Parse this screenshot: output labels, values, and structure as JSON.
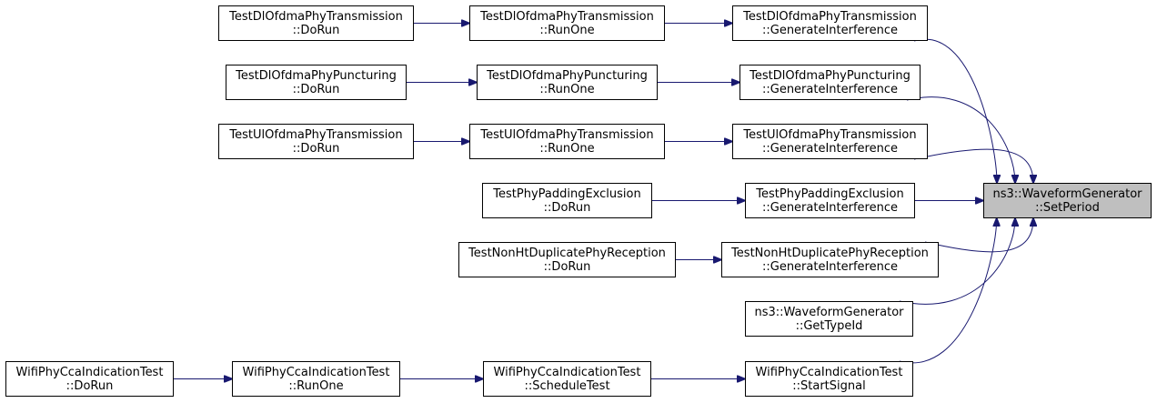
{
  "colors": {
    "edge": "#191970",
    "node_border": "#000000",
    "node_fill": "#ffffff",
    "focus_fill": "#bfbfbf"
  },
  "nodes": {
    "n1": {
      "line1": "TestDlOfdmaPhyTransmission",
      "line2": "::DoRun"
    },
    "n2": {
      "line1": "TestDlOfdmaPhyTransmission",
      "line2": "::RunOne"
    },
    "n3": {
      "line1": "TestDlOfdmaPhyTransmission",
      "line2": "::GenerateInterference"
    },
    "n4": {
      "line1": "TestDlOfdmaPhyPuncturing",
      "line2": "::DoRun"
    },
    "n5": {
      "line1": "TestDlOfdmaPhyPuncturing",
      "line2": "::RunOne"
    },
    "n6": {
      "line1": "TestDlOfdmaPhyPuncturing",
      "line2": "::GenerateInterference"
    },
    "n7": {
      "line1": "TestUlOfdmaPhyTransmission",
      "line2": "::DoRun"
    },
    "n8": {
      "line1": "TestUlOfdmaPhyTransmission",
      "line2": "::RunOne"
    },
    "n9": {
      "line1": "TestUlOfdmaPhyTransmission",
      "line2": "::GenerateInterference"
    },
    "n10": {
      "line1": "TestPhyPaddingExclusion",
      "line2": "::DoRun"
    },
    "n11": {
      "line1": "TestPhyPaddingExclusion",
      "line2": "::GenerateInterference"
    },
    "n12": {
      "line1": "TestNonHtDuplicatePhyReception",
      "line2": "::DoRun"
    },
    "n13": {
      "line1": "TestNonHtDuplicatePhyReception",
      "line2": "::GenerateInterference"
    },
    "n14": {
      "line1": "ns3::WaveformGenerator",
      "line2": "::GetTypeId"
    },
    "n15": {
      "line1": "WifiPhyCcaIndicationTest",
      "line2": "::DoRun"
    },
    "n16": {
      "line1": "WifiPhyCcaIndicationTest",
      "line2": "::RunOne"
    },
    "n17": {
      "line1": "WifiPhyCcaIndicationTest",
      "line2": "::ScheduleTest"
    },
    "n18": {
      "line1": "WifiPhyCcaIndicationTest",
      "line2": "::StartSignal"
    },
    "focus": {
      "line1": "ns3::WaveformGenerator",
      "line2": "::SetPeriod"
    }
  },
  "edges": [
    [
      "n1",
      "n2"
    ],
    [
      "n2",
      "n3"
    ],
    [
      "n3",
      "focus"
    ],
    [
      "n4",
      "n5"
    ],
    [
      "n5",
      "n6"
    ],
    [
      "n6",
      "focus"
    ],
    [
      "n7",
      "n8"
    ],
    [
      "n8",
      "n9"
    ],
    [
      "n9",
      "focus"
    ],
    [
      "n10",
      "n11"
    ],
    [
      "n11",
      "focus"
    ],
    [
      "n12",
      "n13"
    ],
    [
      "n13",
      "focus"
    ],
    [
      "n14",
      "focus"
    ],
    [
      "n15",
      "n16"
    ],
    [
      "n16",
      "n17"
    ],
    [
      "n17",
      "n18"
    ],
    [
      "n18",
      "focus"
    ]
  ]
}
